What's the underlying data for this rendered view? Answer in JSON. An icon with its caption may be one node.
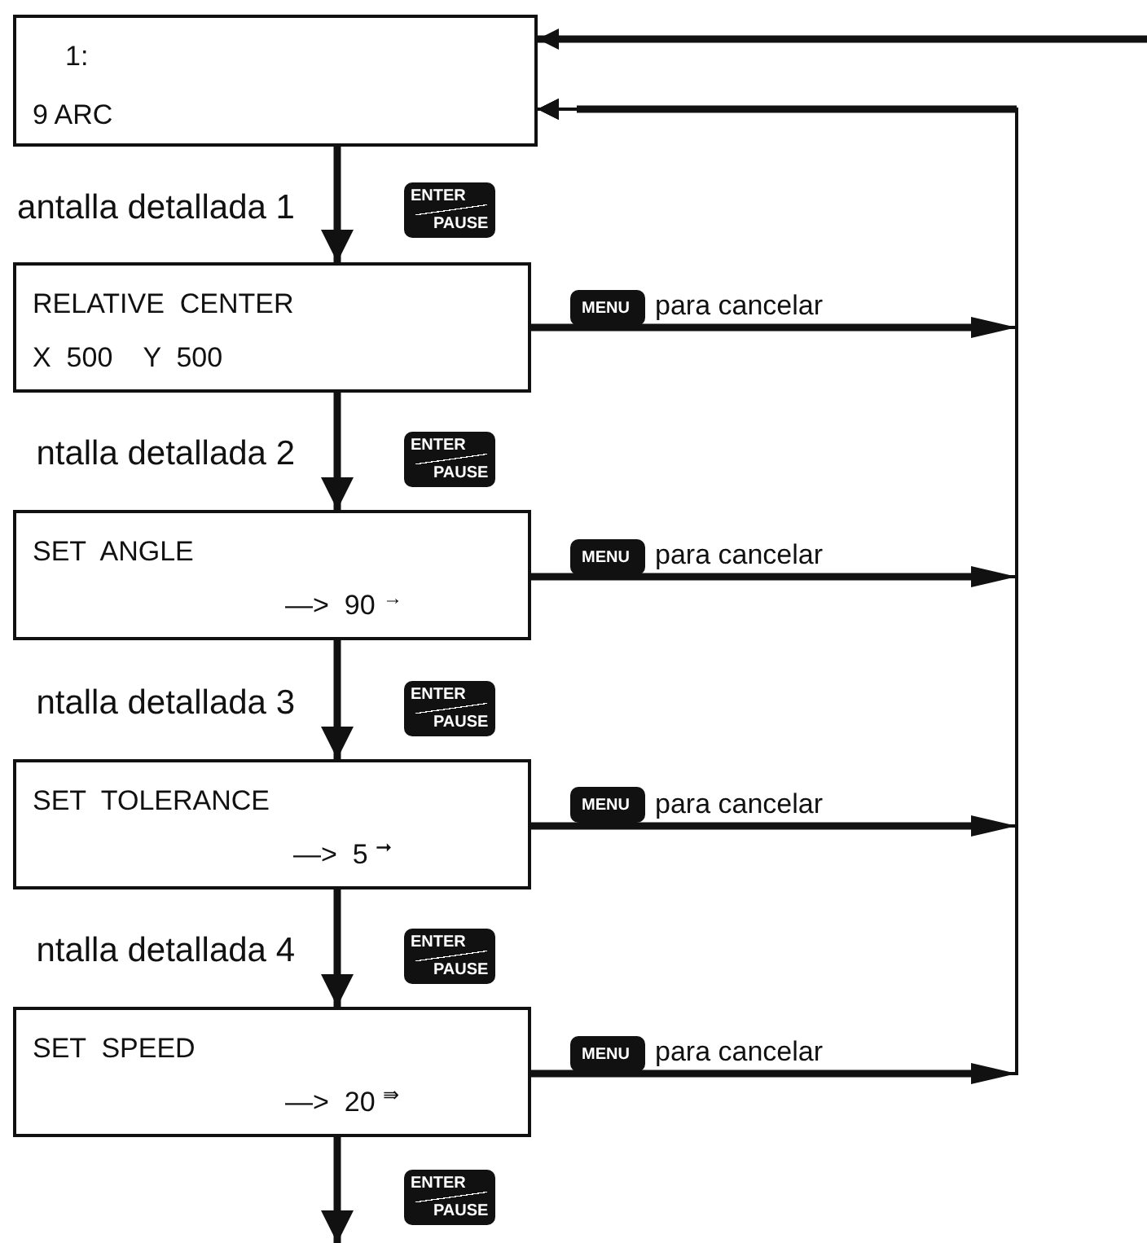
{
  "diagram": {
    "nodes": [
      {
        "text": [
          "1:",
          "9 ARC"
        ]
      },
      {
        "text": [
          "RELATIVE  CENTER",
          "X  500    Y  500"
        ]
      },
      {
        "text": [
          "SET  ANGLE",
          "—>  90 $^{→}$"
        ]
      },
      {
        "text": [
          "SET  TOLERANCE",
          "—>  5 $^{➞}$"
        ]
      },
      {
        "text": [
          "SET  SPEED",
          "—>  20 $^{⇛}$"
        ]
      }
    ],
    "edges": [
      {
        "from": 0,
        "to": 1,
        "arrow": "to",
        "label": "antalla detallada 1"
      },
      {
        "from": 1,
        "to": 2,
        "arrow": "to",
        "label": "ntalla detallada 2"
      },
      {
        "from": 2,
        "to": 3,
        "arrow": "to",
        "label": "ntalla detallada 3"
      },
      {
        "from": 3,
        "to": 4,
        "arrow": "to",
        "label": "ntalla detallada 4"
      },
      {
        "from": 4,
        "to": null,
        "arrow": "to"
      },
      {
        "from": null,
        "to": 0,
        "arrow": "to"
      },
      {
        "from": 1,
        "to": 0,
        "arrow": "to",
        "label": "para cancelar"
      },
      {
        "from": 2,
        "to": 0,
        "arrow": "to",
        "label": "para cancelar"
      },
      {
        "from": 3,
        "to": 0,
        "arrow": "to",
        "label": "para cancelar"
      },
      {
        "from": 4,
        "to": 0,
        "arrow": "to",
        "label": "para cancelar"
      }
    ],
    "labels": [
      "ENTER",
      "PAUSE",
      "MENU",
      "ENTER",
      "PAUSE",
      "MENU",
      "ENTER",
      "PAUSE",
      "MENU",
      "ENTER",
      "PAUSE",
      "MENU",
      "ENTER",
      "PAUSE"
    ]
  }
}
